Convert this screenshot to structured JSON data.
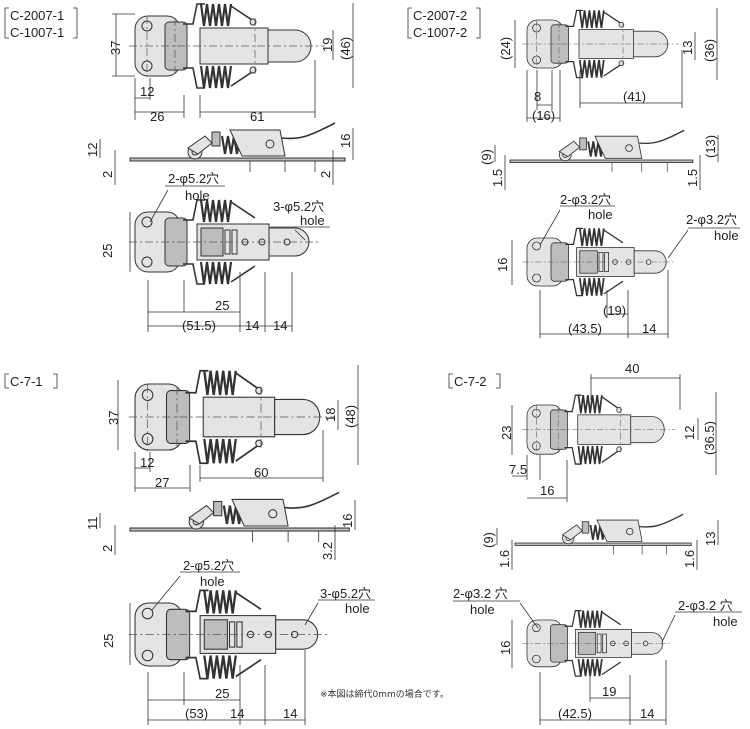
{
  "models": {
    "q1": {
      "line1": "C-2007-1",
      "line2": "C-1007-1"
    },
    "q2": {
      "line1": "C-2007-2",
      "line2": "C-1007-2"
    },
    "q3": {
      "line1": "C-7-1"
    },
    "q4": {
      "line1": "C-7-2"
    }
  },
  "q1": {
    "top": {
      "h37": "37",
      "w12": "12",
      "w26": "26",
      "w61": "61",
      "h19": "19",
      "h46": "(46)"
    },
    "side": {
      "h12": "12",
      "t2a": "2",
      "h16": "16",
      "t2b": "2"
    },
    "bottom": {
      "hole2": "2-φ5.2穴",
      "hole2_en": "hole",
      "hole3": "3-φ5.2穴",
      "hole3_en": "hole",
      "h25": "25",
      "w25": "25",
      "w51_5": "(51.5)",
      "w14a": "14",
      "w14b": "14"
    }
  },
  "q2": {
    "top": {
      "h24": "(24)",
      "w8": "8",
      "w16": "(16)",
      "w41": "(41)",
      "h13": "13",
      "h36": "(36)"
    },
    "side": {
      "h9": "(9)",
      "t1_5a": "1.5",
      "h13": "(13)",
      "t1_5b": "1.5"
    },
    "bottom": {
      "hole_a": "2-φ3.2穴",
      "hole_a_en": "hole",
      "hole_b": "2-φ3.2穴",
      "hole_b_en": "hole",
      "h16": "16",
      "w19": "(19)",
      "w43_5": "(43.5)",
      "w14": "14"
    }
  },
  "q3": {
    "top": {
      "h37": "37",
      "w12": "12",
      "w27": "27",
      "w60": "60",
      "h18": "18",
      "h48": "(48)"
    },
    "side": {
      "h11": "11",
      "t2": "2",
      "h16": "16",
      "t3_2": "3.2"
    },
    "bottom": {
      "hole2": "2-φ5.2穴",
      "hole2_en": "hole",
      "hole3": "3-φ5.2穴",
      "hole3_en": "hole",
      "h25": "25",
      "w25": "25",
      "w53": "(53)",
      "w14a": "14",
      "w14b": "14"
    },
    "note": "※本図は締代0mmの場合です。"
  },
  "q4": {
    "top": {
      "w40": "40",
      "h23": "23",
      "h12": "12",
      "h36_5": "(36.5)",
      "w7_5": "7.5",
      "w16": "16"
    },
    "side": {
      "h9": "(9)",
      "h13": "13",
      "t1_6a": "1.6",
      "t1_6b": "1.6"
    },
    "bottom": {
      "hole_a": "2-φ3.2 穴",
      "hole_a_en": "hole",
      "hole_b": "2-φ3.2 穴",
      "hole_b_en": "hole",
      "h16": "16",
      "w19": "19",
      "w42_5": "(42.5)",
      "w14": "14"
    }
  }
}
